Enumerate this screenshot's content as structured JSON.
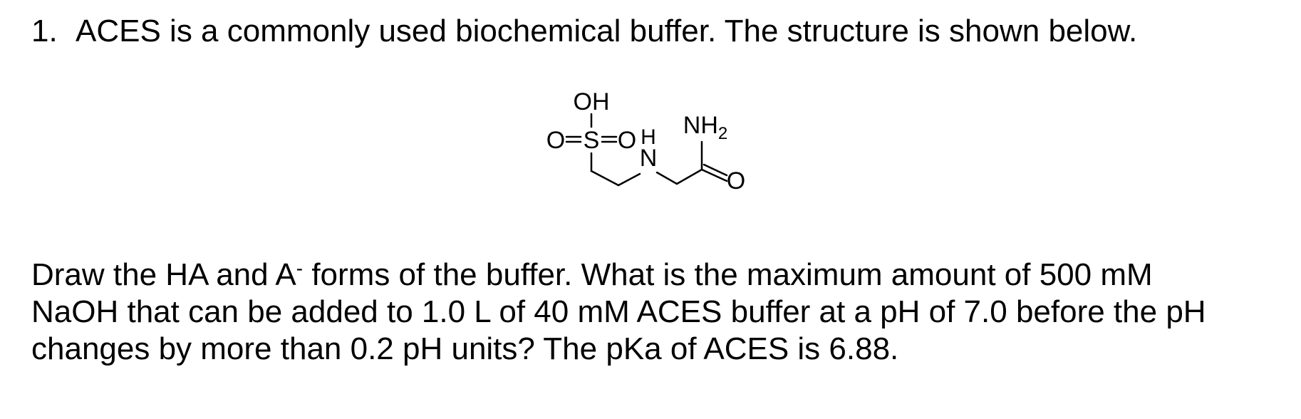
{
  "question": {
    "number": "1.",
    "intro": "ACES is a commonly used biochemical buffer.  The structure is shown below."
  },
  "structure": {
    "label_oh": "OH",
    "label_o_left": "O",
    "label_s": "S",
    "label_o_right": "O",
    "label_h": "H",
    "label_n": "N",
    "label_nh": "NH",
    "label_nh_sub": "2",
    "label_o_carbonyl": "O"
  },
  "body": {
    "line1_a": "Draw the HA and A",
    "line1_sup": "-",
    "line1_b": " forms of the buffer.  What is the maximum amount of 500 mM",
    "line2": "NaOH that can be added to 1.0 L of 40 mM ACES buffer at a pH of 7.0 before the pH",
    "line3": "changes by more than 0.2 pH units?  The pKa of ACES is 6.88."
  }
}
